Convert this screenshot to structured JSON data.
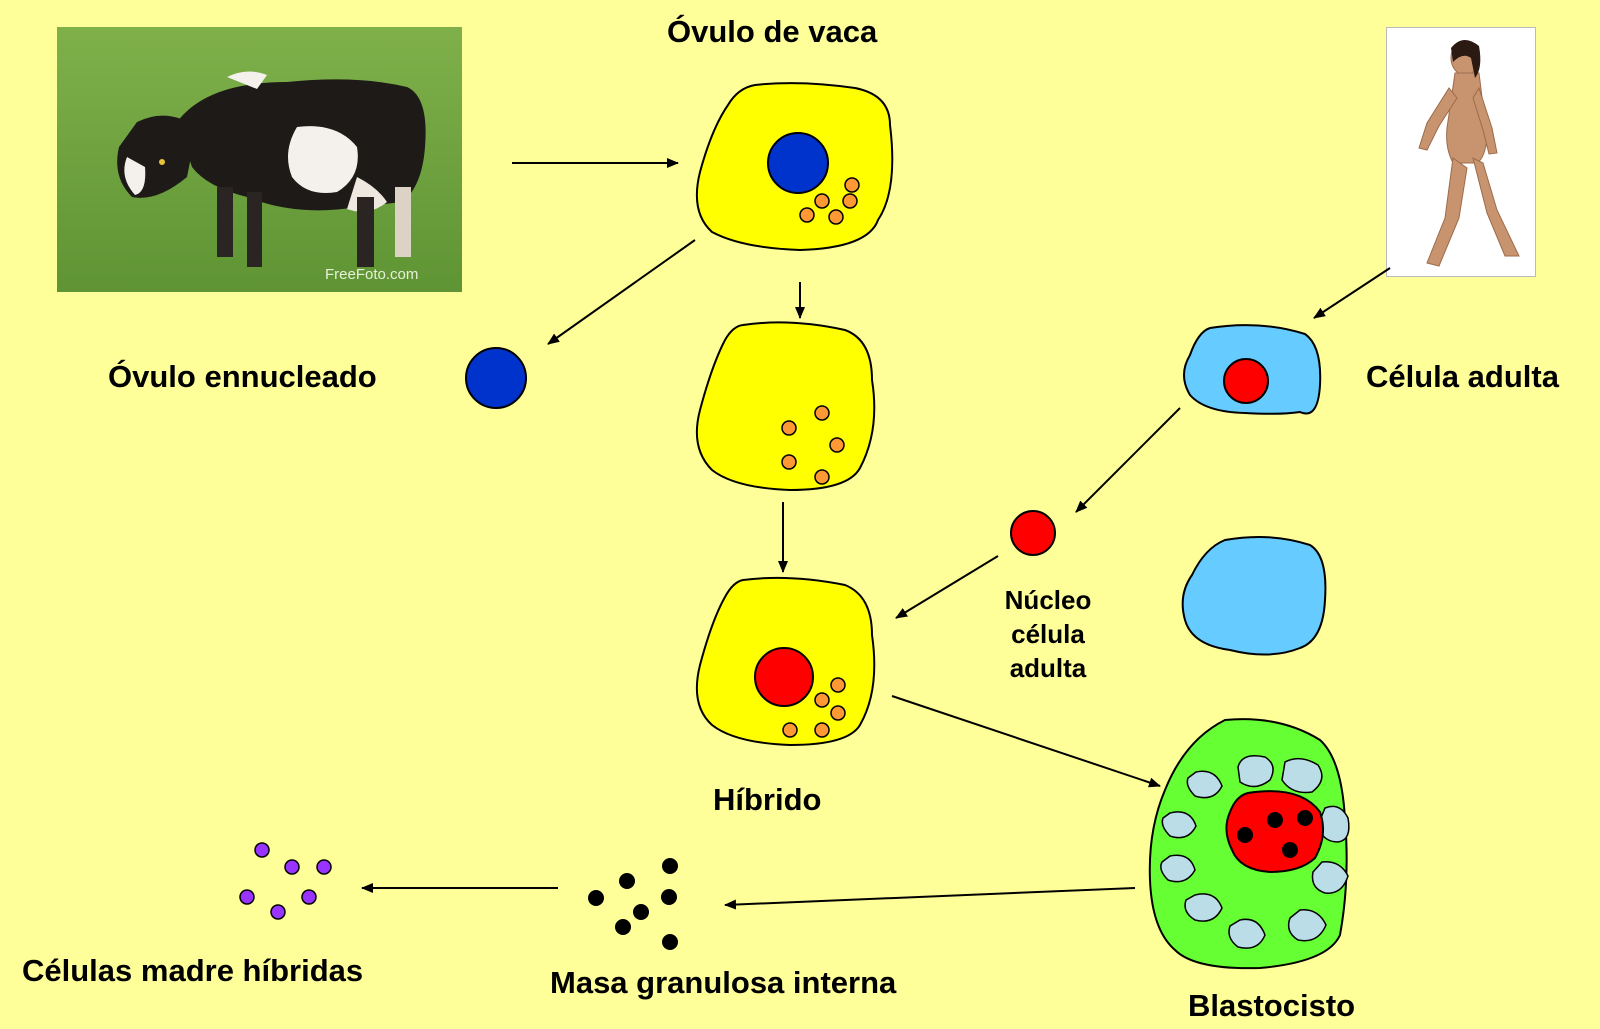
{
  "labels": {
    "ovulo_vaca": "Óvulo de vaca",
    "ovulo_ennucleado": "Óvulo ennucleado",
    "celula_adulta": "Célula adulta",
    "nucleo_line1": "Núcleo",
    "nucleo_line2": "célula",
    "nucleo_line3": "adulta",
    "hibrido": "Híbrido",
    "blastocisto": "Blastocisto",
    "masa": "Masa granulosa interna",
    "celulas_madre": "Células madre híbridas"
  },
  "photos": {
    "cow_watermark": "FreeFoto.com"
  },
  "colors": {
    "background": "#ffff99",
    "egg_cell": "#ffff00",
    "adult_cell": "#66ccff",
    "cow_nucleus": "#0033cc",
    "adult_nucleus": "#ff0000",
    "granules": "#ff9933",
    "blastocyst": "#66ff33",
    "blastocyst_cells": "#bbdde8",
    "stem_cells": "#9933ff"
  }
}
